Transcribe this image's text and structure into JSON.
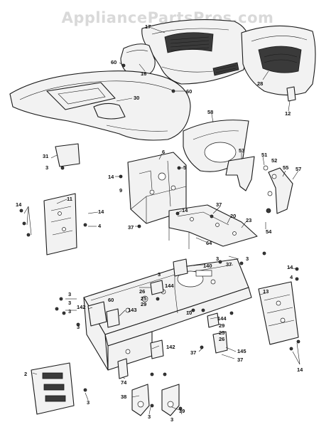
{
  "watermark": "AppliancePartsPros.com",
  "callouts": [
    {
      "id": "c17",
      "text": "17"
    },
    {
      "id": "c60a",
      "text": "60"
    },
    {
      "id": "c16",
      "text": "16"
    },
    {
      "id": "c30",
      "text": "30"
    },
    {
      "id": "c60b",
      "text": "60"
    },
    {
      "id": "c28",
      "text": "28"
    },
    {
      "id": "c12",
      "text": "12"
    },
    {
      "id": "c31",
      "text": "31"
    },
    {
      "id": "c3a",
      "text": "3"
    },
    {
      "id": "c58",
      "text": "58"
    },
    {
      "id": "c6",
      "text": "6"
    },
    {
      "id": "c14a",
      "text": "14"
    },
    {
      "id": "c5",
      "text": "5"
    },
    {
      "id": "c9",
      "text": "9"
    },
    {
      "id": "c53",
      "text": "53"
    },
    {
      "id": "c51",
      "text": "51"
    },
    {
      "id": "c52",
      "text": "52"
    },
    {
      "id": "c55",
      "text": "55"
    },
    {
      "id": "c57",
      "text": "57"
    },
    {
      "id": "c11",
      "text": "11"
    },
    {
      "id": "c14b",
      "text": "14"
    },
    {
      "id": "c14c",
      "text": "14"
    },
    {
      "id": "c4a",
      "text": "4"
    },
    {
      "id": "c37a",
      "text": "37"
    },
    {
      "id": "c14d",
      "text": "14"
    },
    {
      "id": "c37b",
      "text": "37"
    },
    {
      "id": "c20",
      "text": "20"
    },
    {
      "id": "c23",
      "text": "23"
    },
    {
      "id": "c54",
      "text": "54"
    },
    {
      "id": "c64",
      "text": "64"
    },
    {
      "id": "c37c",
      "text": "37"
    },
    {
      "id": "c140",
      "text": "140"
    },
    {
      "id": "c3b",
      "text": "3"
    },
    {
      "id": "c14e",
      "text": "14"
    },
    {
      "id": "c4b",
      "text": "4"
    },
    {
      "id": "c3c",
      "text": "3"
    },
    {
      "id": "c3d",
      "text": "3"
    },
    {
      "id": "c3e",
      "text": "3"
    },
    {
      "id": "c144a",
      "text": "144"
    },
    {
      "id": "c26a",
      "text": "26"
    },
    {
      "id": "c25a",
      "text": "25"
    },
    {
      "id": "c29a",
      "text": "29"
    },
    {
      "id": "c13",
      "text": "13"
    },
    {
      "id": "c3f",
      "text": "3"
    },
    {
      "id": "c3g",
      "text": "3"
    },
    {
      "id": "c60c",
      "text": "60"
    },
    {
      "id": "c142a",
      "text": "142"
    },
    {
      "id": "c143",
      "text": "143"
    },
    {
      "id": "c144b",
      "text": "144"
    },
    {
      "id": "c29b",
      "text": "29"
    },
    {
      "id": "c25b",
      "text": "25"
    },
    {
      "id": "c26b",
      "text": "26"
    },
    {
      "id": "c10",
      "text": "10"
    },
    {
      "id": "c3h",
      "text": "3"
    },
    {
      "id": "c142b",
      "text": "142"
    },
    {
      "id": "c37d",
      "text": "37"
    },
    {
      "id": "c145",
      "text": "145"
    },
    {
      "id": "c37e",
      "text": "37"
    },
    {
      "id": "c14f",
      "text": "14"
    },
    {
      "id": "c2",
      "text": "2"
    },
    {
      "id": "c74",
      "text": "74"
    },
    {
      "id": "c3i",
      "text": "3"
    },
    {
      "id": "c38",
      "text": "38"
    },
    {
      "id": "c3j",
      "text": "3"
    },
    {
      "id": "c39",
      "text": "39"
    },
    {
      "id": "c3k",
      "text": "3"
    }
  ]
}
